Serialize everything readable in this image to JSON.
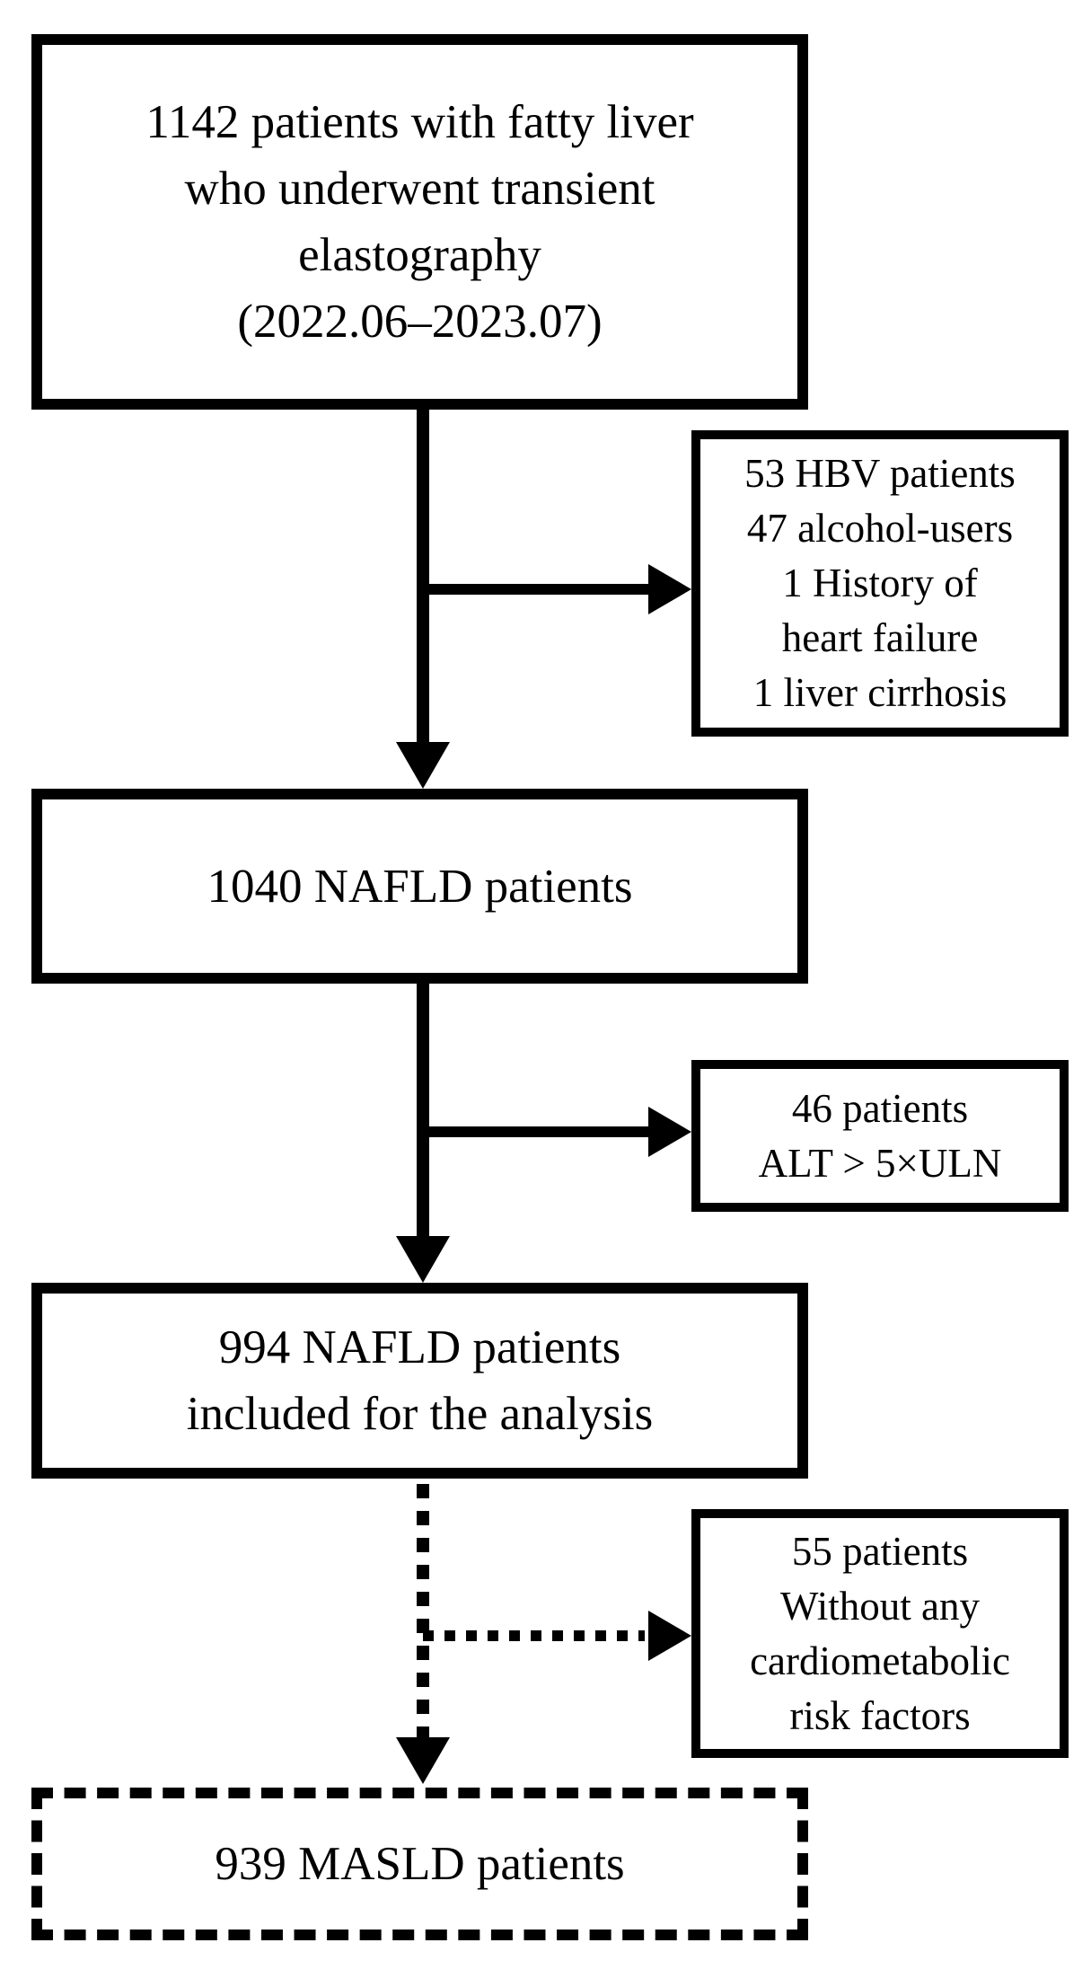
{
  "canvas": {
    "background": "#ffffff",
    "ink": "#000000"
  },
  "flowchart": {
    "main_boxes": [
      {
        "id": "cohort",
        "border": "solid",
        "lines": [
          "1142 patients with fatty liver",
          "who underwent transient",
          "elastography",
          "(2022.06–2023.07)"
        ]
      },
      {
        "id": "nafld",
        "border": "solid",
        "lines": [
          "1040 NAFLD patients"
        ]
      },
      {
        "id": "analysis",
        "border": "solid",
        "lines": [
          "994 NAFLD patients",
          "included for the analysis"
        ]
      },
      {
        "id": "masld",
        "border": "dashed",
        "lines": [
          "939 MASLD patients"
        ]
      }
    ],
    "exclusion_boxes": [
      {
        "id": "exclusions-1",
        "lines": [
          "53 HBV patients",
          "47 alcohol-users",
          "1 History of",
          "heart failure",
          "1 liver cirrhosis"
        ]
      },
      {
        "id": "exclusions-2",
        "lines": [
          "46 patients",
          "ALT > 5×ULN"
        ]
      },
      {
        "id": "exclusions-3",
        "lines": [
          "55 patients",
          "Without any",
          "cardiometabolic",
          "risk factors"
        ]
      }
    ],
    "connectors": [
      {
        "from": "cohort",
        "to": "nafld",
        "style": "solid"
      },
      {
        "from": "cohort",
        "to": "exclusions-1",
        "style": "solid"
      },
      {
        "from": "nafld",
        "to": "analysis",
        "style": "solid"
      },
      {
        "from": "nafld",
        "to": "exclusions-2",
        "style": "solid"
      },
      {
        "from": "analysis",
        "to": "masld",
        "style": "dotted"
      },
      {
        "from": "analysis",
        "to": "exclusions-3",
        "style": "dotted"
      }
    ]
  }
}
